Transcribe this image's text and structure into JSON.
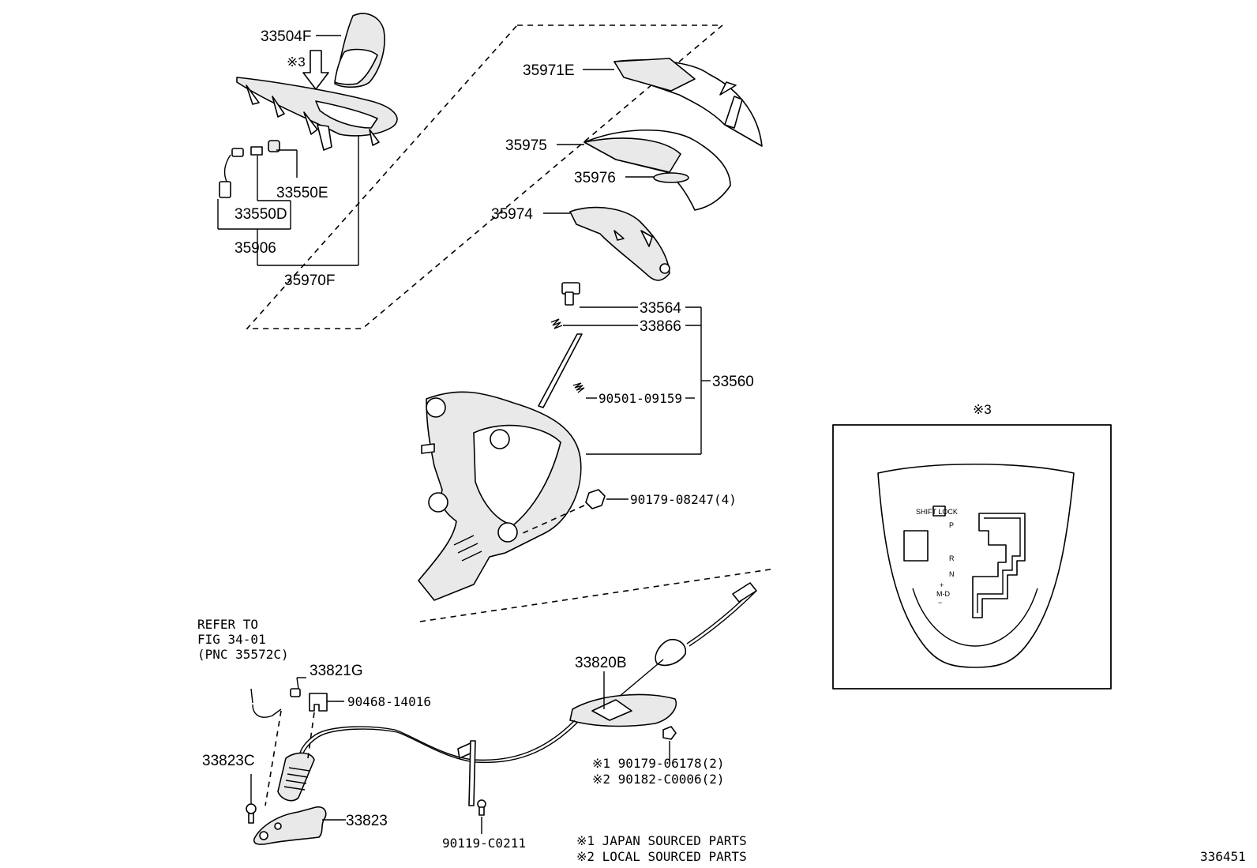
{
  "labels": {
    "p33504F": "33504F",
    "mark3_top": "※3",
    "p33550E": "33550E",
    "p33550D": "33550D",
    "p35906": "35906",
    "p35970F": "35970F",
    "p35971E": "35971E",
    "p35975": "35975",
    "p35976": "35976",
    "p35974": "35974",
    "p33564": "33564",
    "p33866": "33866",
    "p33560": "33560",
    "p90501": "90501-09159",
    "p90179_08247": "90179-08247(4)",
    "refer_line1": "REFER TO",
    "refer_line2": "FIG 34-01",
    "refer_line3": "(PNC 35572C)",
    "p33821G": "33821G",
    "p90468": "90468-14016",
    "p33820B": "33820B",
    "p33823C": "33823C",
    "p33823": "33823",
    "p90119": "90119-C0211",
    "note1_part": "※1 90179-06178(2)",
    "note2_part": "※2 90182-C0006(2)",
    "legend1": "※1 JAPAN SOURCED PARTS",
    "legend2": "※2 LOCAL SOURCED PARTS",
    "figure_id": "336451",
    "inset_title": "※3"
  },
  "inset_gate": {
    "p": "P",
    "r": "R",
    "n": "N",
    "d": "M-D",
    "plus": "+",
    "minus": "−",
    "button": "SHIFT LOCK"
  }
}
